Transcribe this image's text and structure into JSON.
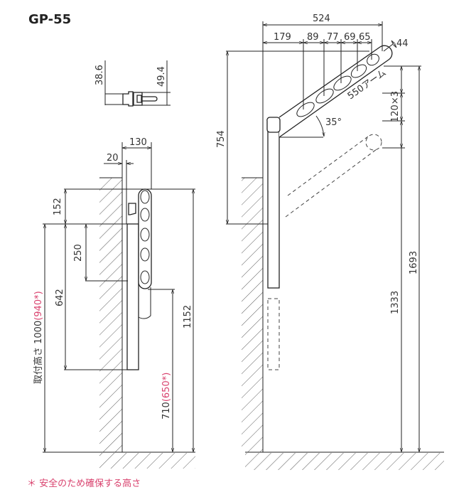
{
  "title": "GP-55",
  "top_view": {
    "dim_left": "38.6",
    "dim_right": "49.4"
  },
  "side_folded": {
    "dim_width": "130",
    "dim_offset": "20",
    "dim_top": "152",
    "dim_250": "250",
    "dim_642": "642",
    "mount_height_label": "取付高さ 1000",
    "mount_height_safe": "(940*)",
    "dim_710": "710",
    "dim_710_safe": "(650*)",
    "dim_1152": "1152"
  },
  "side_open": {
    "dim_total": "524",
    "dim_segments": [
      "179",
      "89",
      "77",
      "69",
      "65"
    ],
    "dim_44": "44",
    "arm_label": "550アーム",
    "angle": "35°",
    "dim_120x3": "120×3",
    "dim_754": "754",
    "dim_1333": "1333",
    "dim_1693": "1693"
  },
  "footnote": "＊ 安全のため確保する高さ",
  "colors": {
    "accent": "#d9426e",
    "line": "#222222"
  }
}
